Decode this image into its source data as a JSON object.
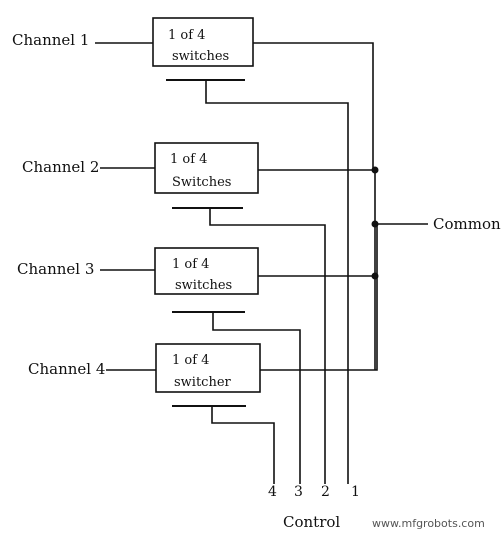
{
  "channels": [
    {
      "label": "Channel 1",
      "switch_line1": "1 of 4",
      "switch_line2": "switches"
    },
    {
      "label": "Channel 2",
      "switch_line1": "1 of 4",
      "switch_line2": "Switches"
    },
    {
      "label": "Channel 3",
      "switch_line1": "1 of 4",
      "switch_line2": "switches"
    },
    {
      "label": "Channel 4",
      "switch_line1": "1 of 4",
      "switch_line2": "switcher"
    }
  ],
  "common_label": "Common",
  "control_label": "Control",
  "control_numbers": [
    "4",
    "3",
    "2",
    "1"
  ],
  "watermark": "www.mfgrobots.com"
}
